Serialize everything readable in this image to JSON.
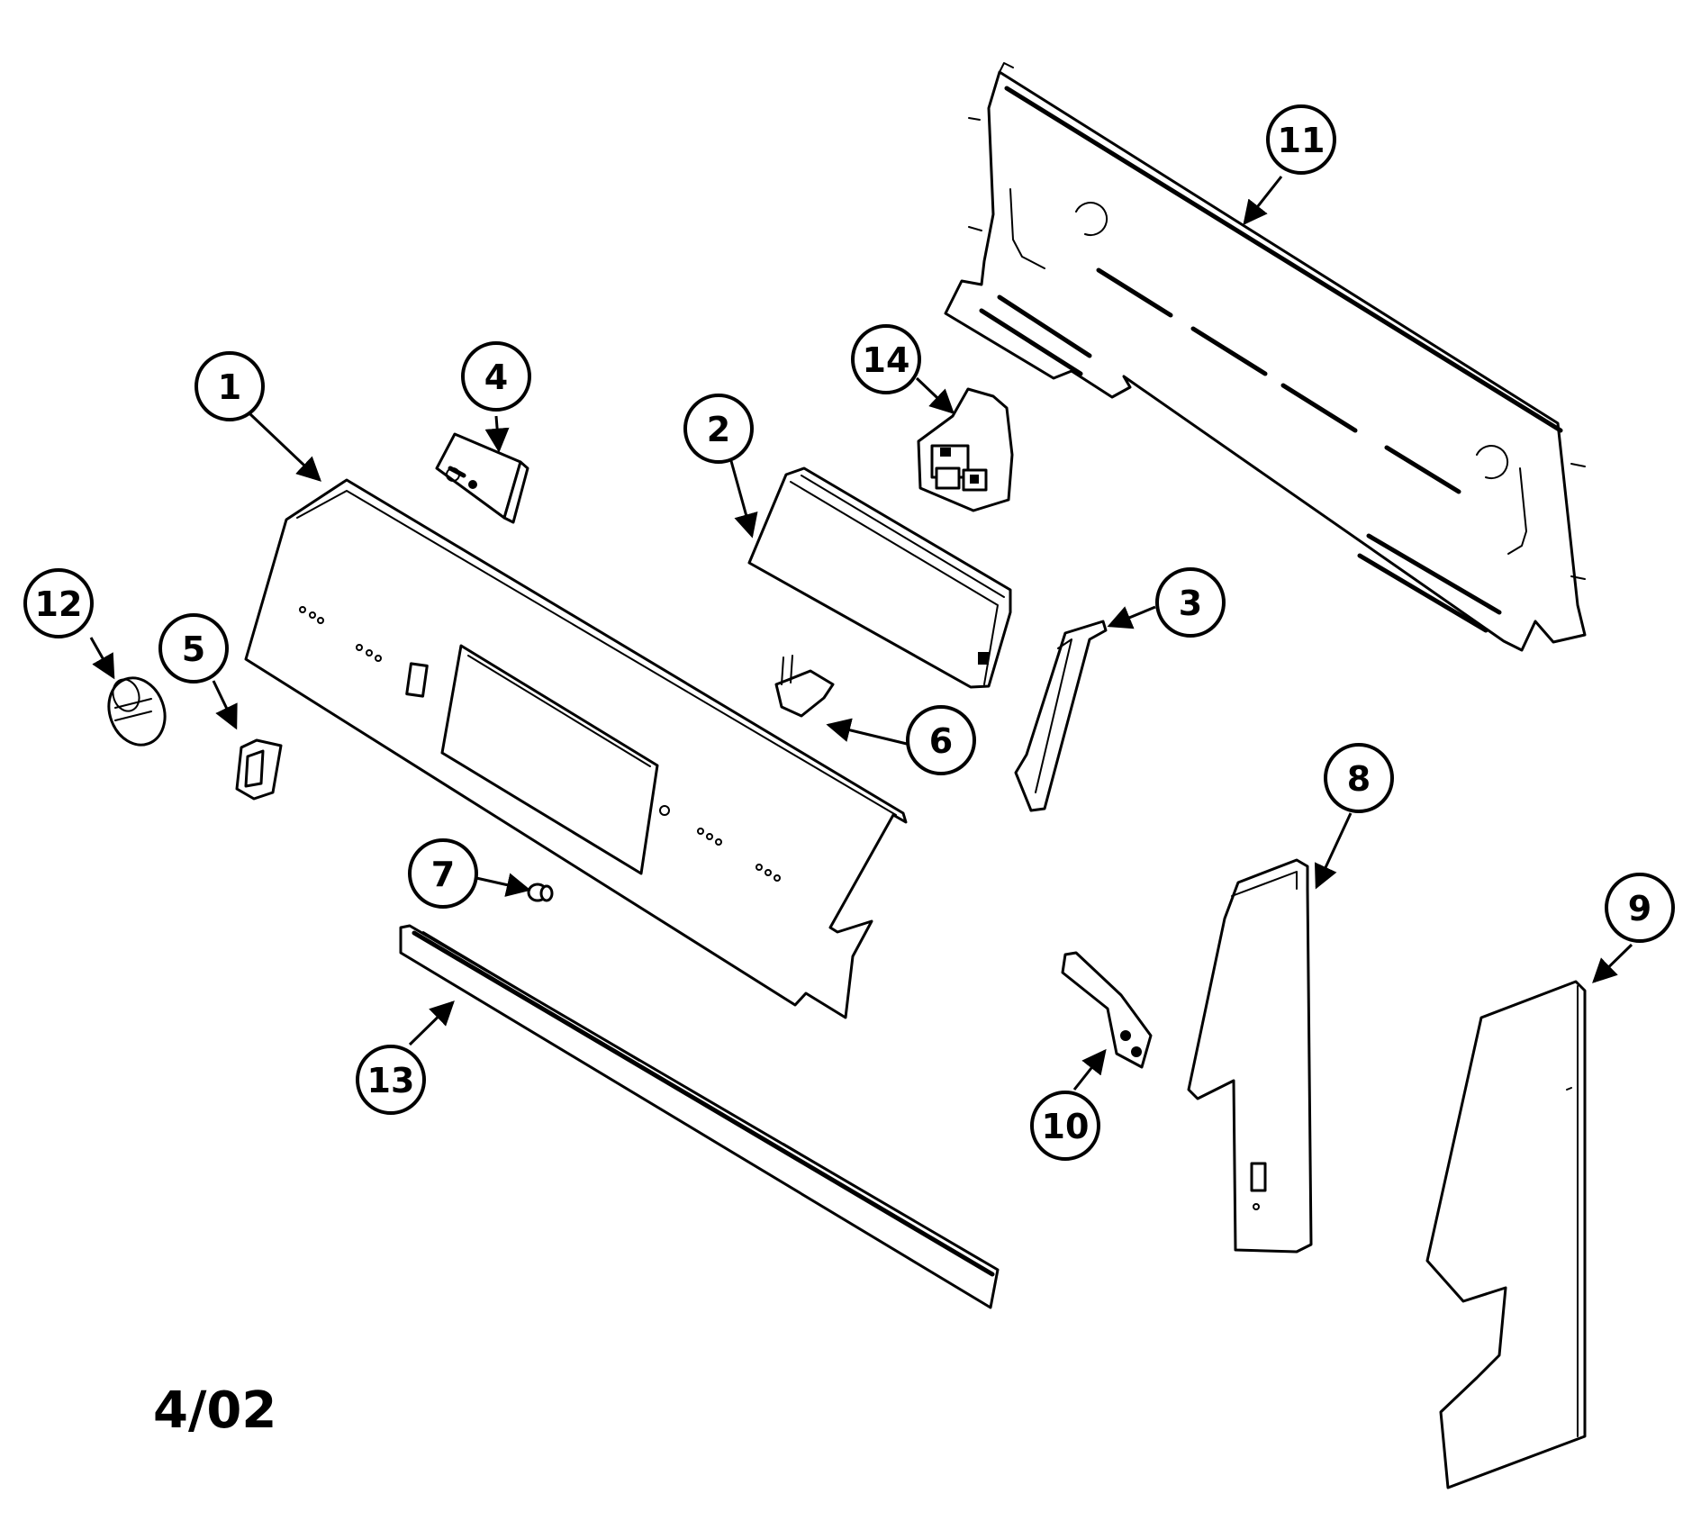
{
  "diagram": {
    "date_code": "4/02",
    "callouts": [
      {
        "id": "1",
        "label": "1"
      },
      {
        "id": "2",
        "label": "2"
      },
      {
        "id": "3",
        "label": "3"
      },
      {
        "id": "4",
        "label": "4"
      },
      {
        "id": "5",
        "label": "5"
      },
      {
        "id": "6",
        "label": "6"
      },
      {
        "id": "7",
        "label": "7"
      },
      {
        "id": "8",
        "label": "8"
      },
      {
        "id": "9",
        "label": "9"
      },
      {
        "id": "10",
        "label": "10"
      },
      {
        "id": "11",
        "label": "11"
      },
      {
        "id": "12",
        "label": "12"
      },
      {
        "id": "13",
        "label": "13"
      },
      {
        "id": "14",
        "label": "14"
      }
    ]
  }
}
